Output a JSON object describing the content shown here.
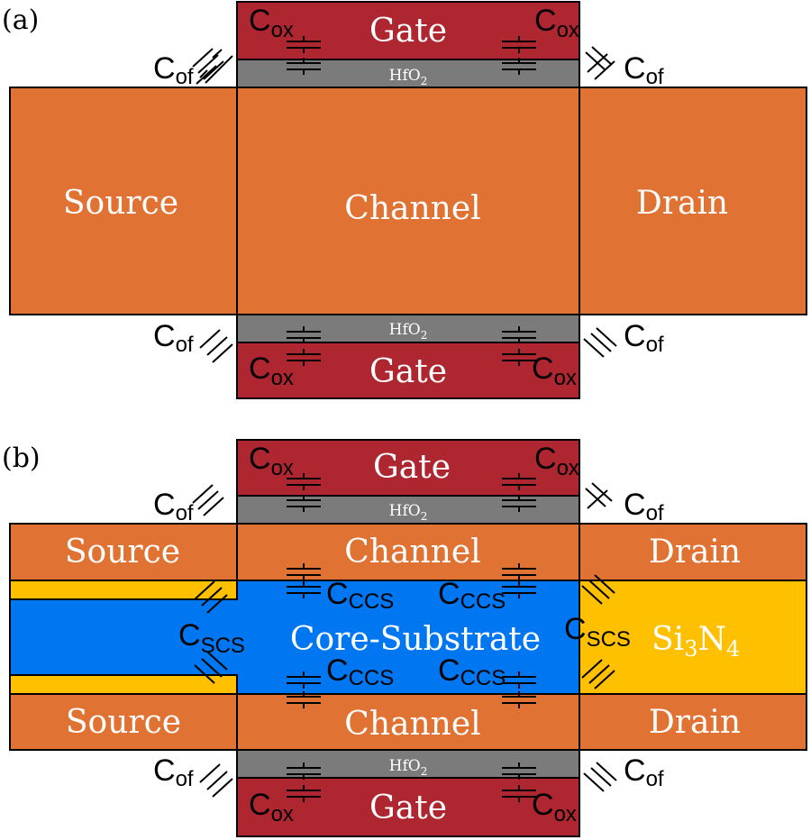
{
  "panels": {
    "a": "(a)",
    "b": "(b)"
  },
  "regions": {
    "gate": "Gate",
    "oxide": "HfO",
    "oxide_sub": "2",
    "source": "Source",
    "channel": "Channel",
    "drain": "Drain",
    "core": "Core-Substrate",
    "si": "Si",
    "si_sub1": "3",
    "n": "N",
    "si_sub2": "4"
  },
  "caps": {
    "C": "C",
    "ox": "ox",
    "of": "of",
    "ccs": "CCS",
    "scs": "SCS"
  },
  "colors": {
    "gate": "#ae2630",
    "oxide": "#7b7b7b",
    "silicon": "#e07233",
    "core": "#0077f0",
    "nitride": "#ffc000"
  }
}
